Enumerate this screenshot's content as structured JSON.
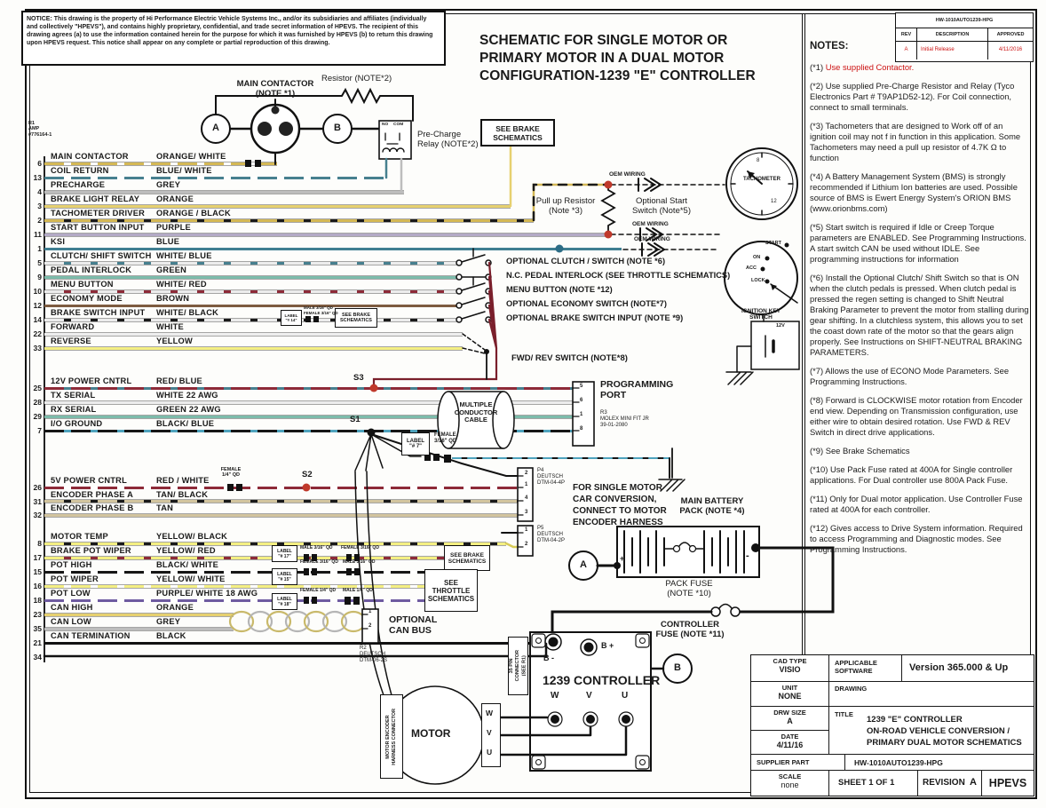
{
  "notice": "NOTICE:  This drawing is the property of Hi Performance Electric Vehicle Systems  Inc., and/or its subsidiaries and affiliates (individually and collectively \"HPEVS\"), and contains highly proprietary, confidential, and trade secret information of HPEVS.  The recipient of this drawing agrees   (a)  to use the information contained herein for the purpose for which it was furnished by HPEVS  (b)  to return this drawing upon HPEVS request.  This notice shall appear on any complete or partial reproduction of this drawing.",
  "title": "SCHEMATIC FOR SINGLE MOTOR OR\nPRIMARY MOTOR IN A DUAL MOTOR\nCONFIGURATION-1239 \"E\" CONTROLLER",
  "rev_table": {
    "part": "HW-1010AUTO1239-HPG",
    "headers": [
      "REV",
      "DESCRIPTION",
      "APPROVED"
    ],
    "row": [
      "A",
      "Initial Release",
      "4/11/2016"
    ]
  },
  "notes": {
    "heading": "NOTES:",
    "items": [
      {
        "tag": "(*1)",
        "text": "Use supplied Contactor.",
        "red": true
      },
      {
        "tag": "(*2)",
        "text": "Use supplied Pre-Charge Resistor and Relay (Tyco Electronics Part # T9AP1D52-12).  For Coil connection, connect to small terminals."
      },
      {
        "tag": "(*3)",
        "text": "Tachometers that are designed to Work off of an ignition coil may not f in function in this application.  Some Tachometers may need a pull up resistor of 4.7K Ω to function"
      },
      {
        "tag": "(*4)",
        "text": "A Battery Management System (BMS) is strongly recommended if Lithium Ion batteries are used.  Possible source of BMS is Ewert Energy System's ORION BMS (www.orionbms.com)"
      },
      {
        "tag": "(*5)",
        "text": "Start switch is required if Idle or Creep Torque parameters are ENABLED.  See Programming Instructions. A start switch CAN be used without IDLE.  See programming instructions for information"
      },
      {
        "tag": "(*6)",
        "text": "Install the Optional Clutch/ Shift Switch so that is ON when the clutch pedals is pressed. When clutch pedal is pressed the regen setting is changed to Shift Neutral Braking Parameter to prevent the motor from stalling during gear shifting.   In a clutchless  system, this allows you to set the coast down rate of the motor so that the gears align properly.  See Instructions on SHIFT-NEUTRAL BRAKING PARAMETERS."
      },
      {
        "tag": "(*7)",
        "text": "Allows the use of ECONO Mode Parameters.  See Programming Instructions."
      },
      {
        "tag": "(*8)",
        "text": "Forward is CLOCKWISE motor rotation from Encoder end view.  Depending on Transmission configuration, use either wire to obtain desired rotation.  Use FWD & REV Switch in direct drive applications."
      },
      {
        "tag": "(*9)",
        "text": "See Brake Schematics"
      },
      {
        "tag": "(*10)",
        "text": "Use Pack Fuse rated at 400A for Single controller applications.  For Dual controller use 800A Pack Fuse."
      },
      {
        "tag": "(*11)",
        "text": "Only for Dual motor application.  Use Controller Fuse rated at 400A for each controller."
      },
      {
        "tag": "(*12)",
        "text": "Gives access to Drive System information. Required to access Programming and Diagnostic modes.  See Programming Instructions."
      }
    ]
  },
  "wire_groups": [
    {
      "wires": [
        {
          "pin": "6",
          "label": "MAIN CONTACTOR",
          "color": "ORANGE/ WHITE"
        },
        {
          "pin": "13",
          "label": "COIL RETURN",
          "color": "BLUE/ WHITE"
        },
        {
          "pin": "4",
          "label": "PRECHARGE",
          "color": "GREY"
        },
        {
          "pin": "3",
          "label": "BRAKE LIGHT RELAY",
          "color": "ORANGE"
        },
        {
          "pin": "2",
          "label": "TACHOMETER DRIVER",
          "color": "ORANGE / BLACK"
        },
        {
          "pin": "11",
          "label": "START BUTTON INPUT",
          "color": "PURPLE"
        },
        {
          "pin": "1",
          "label": "KSI",
          "color": "BLUE"
        },
        {
          "pin": "5",
          "label": "CLUTCH/ SHIFT SWITCH",
          "color": "WHITE/ BLUE"
        },
        {
          "pin": "9",
          "label": "PEDAL INTERLOCK",
          "color": "GREEN"
        },
        {
          "pin": "10",
          "label": "MENU BUTTON",
          "color": "WHITE/ RED"
        },
        {
          "pin": "12",
          "label": "ECONOMY MODE",
          "color": "BROWN"
        },
        {
          "pin": "14",
          "label": "BRAKE SWITCH INPUT",
          "color": "WHITE/ BLACK"
        },
        {
          "pin": "22",
          "label": "FORWARD",
          "color": "WHITE"
        },
        {
          "pin": "33",
          "label": "REVERSE",
          "color": "YELLOW"
        }
      ]
    },
    {
      "wires": [
        {
          "pin": "25",
          "label": "12V POWER CNTRL",
          "color": "RED/ BLUE"
        },
        {
          "pin": "28",
          "label": "TX SERIAL",
          "color": "WHITE 22 AWG"
        },
        {
          "pin": "29",
          "label": "RX SERIAL",
          "color": "GREEN 22 AWG"
        },
        {
          "pin": "7",
          "label": "I/O GROUND",
          "color": "BLACK/ BLUE"
        }
      ]
    },
    {
      "wires": [
        {
          "pin": "26",
          "label": "5V POWER CNTRL",
          "color": "RED / WHITE"
        },
        {
          "pin": "31",
          "label": "ENCODER PHASE A",
          "color": "TAN/ BLACK"
        },
        {
          "pin": "32",
          "label": "ENCODER PHASE B",
          "color": "TAN"
        }
      ]
    },
    {
      "wires": [
        {
          "pin": "8",
          "label": "MOTOR TEMP",
          "color": "YELLOW/ BLACK"
        },
        {
          "pin": "17",
          "label": "BRAKE POT WIPER",
          "color": "YELLOW/ RED"
        },
        {
          "pin": "15",
          "label": "POT HIGH",
          "color": "BLACK/  WHITE"
        },
        {
          "pin": "16",
          "label": "POT WIPER",
          "color": "YELLOW/ WHITE"
        },
        {
          "pin": "18",
          "label": "POT LOW",
          "color": "PURPLE/ WHITE  18 AWG"
        },
        {
          "pin": "23",
          "label": "CAN HIGH",
          "color": "ORANGE"
        },
        {
          "pin": "35",
          "label": "CAN LOW",
          "color": "GREY"
        },
        {
          "pin": "21",
          "label": "CAN TERMINATION",
          "color": "BLACK"
        },
        {
          "pin": "34",
          "label": "",
          "color": ""
        }
      ]
    }
  ],
  "switch_labels": [
    "OPTIONAL CLUTCH / SWITCH (NOTE *6)",
    "N.C. PEDAL INTERLOCK (SEE THROTTLE SCHEMATICS)",
    "MENU BUTTON (NOTE *12)",
    "OPTIONAL ECONOMY SWITCH (NOTE*7)",
    "OPTIONAL BRAKE SWITCH INPUT (NOTE *9)"
  ],
  "port_pins": [
    "5",
    "6",
    "1",
    "8"
  ],
  "p4_pins": [
    "2",
    "1",
    "4",
    "3"
  ],
  "p5_pins": [
    "1",
    "2"
  ],
  "can_pins": [
    "1",
    "2"
  ],
  "labels": {
    "r1": "R1\nAMP\n#776164-1",
    "main_contactor": "MAIN CONTACTOR\n(NOTE *1)",
    "resistor": "Resistor (NOTE*2)",
    "no": "NO",
    "com": "COM",
    "precharge_relay": "Pre-Charge\nRelay (NOTE*2)",
    "see_brake": "SEE BRAKE\nSCHEMATICS",
    "see_throttle": "SEE THROTTLE\nSCHEMATICS",
    "oem_wiring": "OEM WIRING",
    "pull_up": "Pull up Resistor\n(Note *3)",
    "optional_start": "Optional Start\nSwitch (Note*5)",
    "tachometer": "TACHOMETER",
    "tach_8": "8",
    "tach_12": "12",
    "key_start": "START",
    "key_on": "ON",
    "key_acc": "ACC",
    "key_lock": "LOCK",
    "ignition": "IGNITION KEY\nSWITCH",
    "v12": "12V",
    "fwd_rev": "FWD/ REV  SWITCH (NOTE*8)",
    "s1": "S1",
    "s2": "S2",
    "s3": "S3",
    "cable": "MULTIPLE\nCONDUCTOR\nCABLE",
    "programming_port": "PROGRAMMING\nPORT",
    "r3": "R3\nMOLEX MINI FIT JR\n39-01-2080",
    "label7": "LABEL\n\"# 7\"",
    "female316": "FEMALE\n3/16\" QD",
    "p4": "P4\nDEUTSCH\nDTM-04-4P",
    "p5": "P5\nDEUTSCH\nDTM-04-2P",
    "single_motor": "FOR SINGLE MOTOR\nCAR CONVERSION,\nCONNECT TO MOTOR\nENCODER HARNESS",
    "main_battery": "MAIN BATTERY\nPACK  (NOTE *4)",
    "pack_fuse": "PACK  FUSE\n(NOTE *10)",
    "controller_fuse": "CONTROLLER\nFUSE (NOTE *11)",
    "controller": "1239 CONTROLLER",
    "b_minus": "B -",
    "b_plus": "B +",
    "w": "W",
    "v": "V",
    "u": "U",
    "pin35": "35 PIN\nCONNECTOR\n(SEE R1)",
    "motor": "MOTOR",
    "mehc": "MOTOR ENCODER\nHARNESS CONNECTOR",
    "optional_can": "OPTIONAL\nCAN BUS",
    "r2": "R2\nDEUTSCH\nDTM-06-2S",
    "terminal_a": "A",
    "terminal_b": "B",
    "plus": "+",
    "minus": "-",
    "label14": "LABEL\n\"# 14\"",
    "label17": "LABEL\n\"# 17\"",
    "label15": "LABEL\n\"# 15\"",
    "label18": "LABEL\n\"# 18\"",
    "male316s": "MALE 3/16\" QD",
    "female316s": "FEMALE 3/16\" QD",
    "female14s": "FEMALE 1/4\" QD",
    "male14s": "MALE 1/4\" QD",
    "female14v": "FEMALE\n1/4\" QD"
  },
  "title_block": {
    "cad_type": "CAD TYPE",
    "cad_type_val": "VISIO",
    "applicable": "APPLICABLE\nSOFTWARE",
    "applicable_val": "Version 365.000 & Up",
    "unit": "UNIT",
    "unit_val": "NONE",
    "drawing": "DRAWING",
    "drw_size": "DRW SIZE",
    "drw_size_val": "A",
    "title_lbl": "TITLE",
    "title_val": "1239 \"E\" CONTROLLER\nON-ROAD VEHICLE CONVERSION /\nPRIMARY DUAL MOTOR SCHEMATICS",
    "date": "DATE",
    "date_val": "4/11/16",
    "supplier": "SUPPLIER PART",
    "supplier_val": "HW-1010AUTO1239-HPG",
    "scale": "SCALE",
    "scale_val": "none",
    "sheet": "SHEET  1  OF  1",
    "revision": "REVISION",
    "revision_val": "A",
    "brand": "HPEVS"
  }
}
